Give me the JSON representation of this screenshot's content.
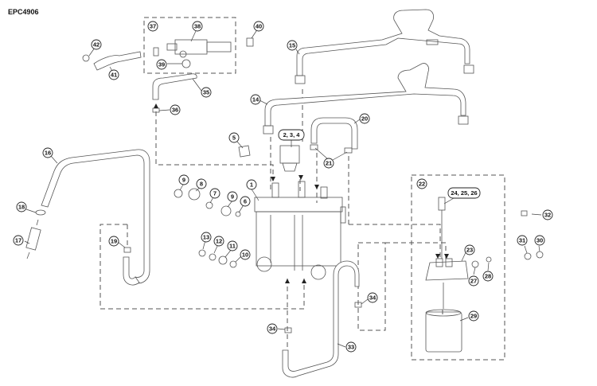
{
  "document_id": "EPC4906",
  "callouts": [
    {
      "label": "1"
    },
    {
      "label": "2, 3, 4"
    },
    {
      "label": "5"
    },
    {
      "label": "6"
    },
    {
      "label": "7"
    },
    {
      "label": "8"
    },
    {
      "label": "9"
    },
    {
      "label": "9"
    },
    {
      "label": "10"
    },
    {
      "label": "11"
    },
    {
      "label": "12"
    },
    {
      "label": "13"
    },
    {
      "label": "14"
    },
    {
      "label": "15"
    },
    {
      "label": "16"
    },
    {
      "label": "17"
    },
    {
      "label": "18"
    },
    {
      "label": "19"
    },
    {
      "label": "20"
    },
    {
      "label": "21"
    },
    {
      "label": "22"
    },
    {
      "label": "23"
    },
    {
      "label": "24, 25, 26"
    },
    {
      "label": "27"
    },
    {
      "label": "28"
    },
    {
      "label": "29"
    },
    {
      "label": "30"
    },
    {
      "label": "31"
    },
    {
      "label": "32"
    },
    {
      "label": "33"
    },
    {
      "label": "34"
    },
    {
      "label": "34"
    },
    {
      "label": "35"
    },
    {
      "label": "36"
    },
    {
      "label": "37"
    },
    {
      "label": "38"
    },
    {
      "label": "39"
    },
    {
      "label": "40"
    },
    {
      "label": "41"
    },
    {
      "label": "42"
    }
  ]
}
